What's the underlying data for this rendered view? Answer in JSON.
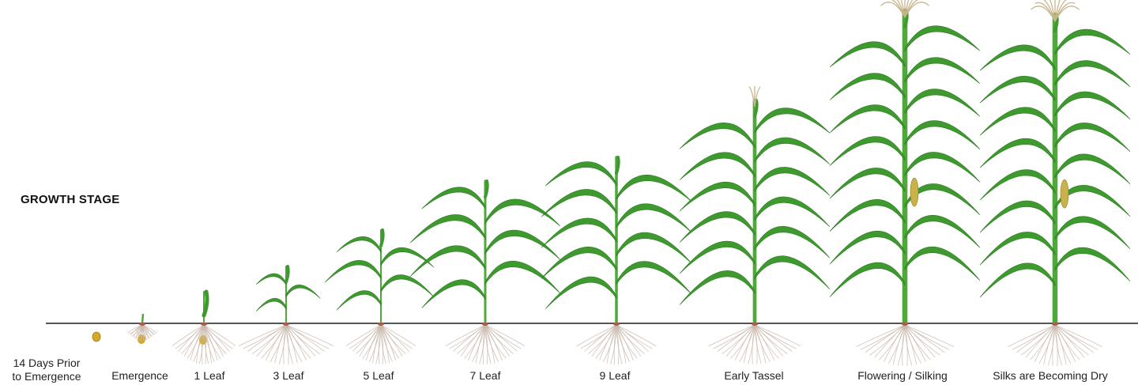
{
  "heading": "GROWTH STAGE",
  "colors": {
    "leaf": "#3e9a2e",
    "leaf_dark": "#2d7a22",
    "stalk": "#4fa83a",
    "ground": "#555555",
    "root": "#c9b8ad",
    "root_base": "#b05a4a",
    "tassel": "#c8b48a",
    "ear": "#c9b24a",
    "seed": "#d4a82a"
  },
  "stages": [
    {
      "id": "pre",
      "label_line1": "14 Days Prior",
      "label_line2": "to Emergence",
      "leaves": 0
    },
    {
      "id": "ve",
      "label": "Emergence",
      "leaves": 0
    },
    {
      "id": "v1",
      "label": "1 Leaf",
      "leaves": 1
    },
    {
      "id": "v3",
      "label": "3 Leaf",
      "leaves": 3
    },
    {
      "id": "v5",
      "label": "5 Leaf",
      "leaves": 5
    },
    {
      "id": "v7",
      "label": "7 Leaf",
      "leaves": 7
    },
    {
      "id": "v9",
      "label": "9 Leaf",
      "leaves": 9
    },
    {
      "id": "vt",
      "label": "Early Tassel",
      "leaves": 12
    },
    {
      "id": "r1",
      "label": "Flowering / Silking",
      "leaves": 16
    },
    {
      "id": "r2",
      "label": "Silks are Becoming Dry",
      "leaves": 16
    }
  ]
}
